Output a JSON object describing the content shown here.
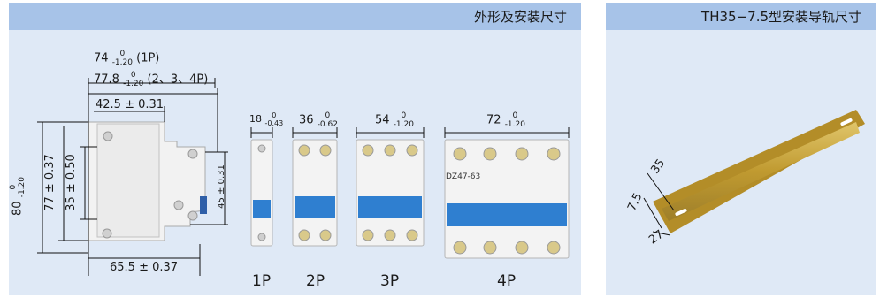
{
  "left_panel": {
    "title": "外形及安装尺寸",
    "dims": {
      "width_1p": "74",
      "width_1p_tol_upper": "0",
      "width_1p_tol_lower": "-1.20",
      "width_1p_note": "(1P)",
      "width_multi": "77.8",
      "width_multi_tol_upper": "0",
      "width_multi_tol_lower": "-1.20",
      "width_multi_note": "(2、3、4P)",
      "w_42_5": "42.5 ± 0.31",
      "w_65_5": "65.5 ± 0.37",
      "h_80": "80",
      "h_80_tol_upper": "0",
      "h_80_tol_lower": "-1.20",
      "h_77": "77 ± 0.37",
      "h_35": "35 ± 0.50",
      "h_45": "45 ± 0.31"
    },
    "breakers": [
      {
        "pole_label": "1P",
        "width": "18",
        "tol_upper": "0",
        "tol_lower": "-0.43"
      },
      {
        "pole_label": "2P",
        "width": "36",
        "tol_upper": "0",
        "tol_lower": "-0.62"
      },
      {
        "pole_label": "3P",
        "width": "54",
        "tol_upper": "0",
        "tol_lower": "-1.20"
      },
      {
        "pole_label": "4P",
        "width": "72",
        "tol_upper": "0",
        "tol_lower": "-1.20"
      }
    ],
    "model_text": "DZ47-63"
  },
  "right_panel": {
    "title": "TH35−7.5型安装导轨尺寸",
    "dims": {
      "d35": "35",
      "d7_5": "7.5",
      "d27": "27"
    }
  },
  "colors": {
    "header": "#a7c3e8",
    "panel_bg": "#dfe9f6",
    "breaker_blue": "#2f7fd0",
    "rail": "#c8a83a"
  }
}
